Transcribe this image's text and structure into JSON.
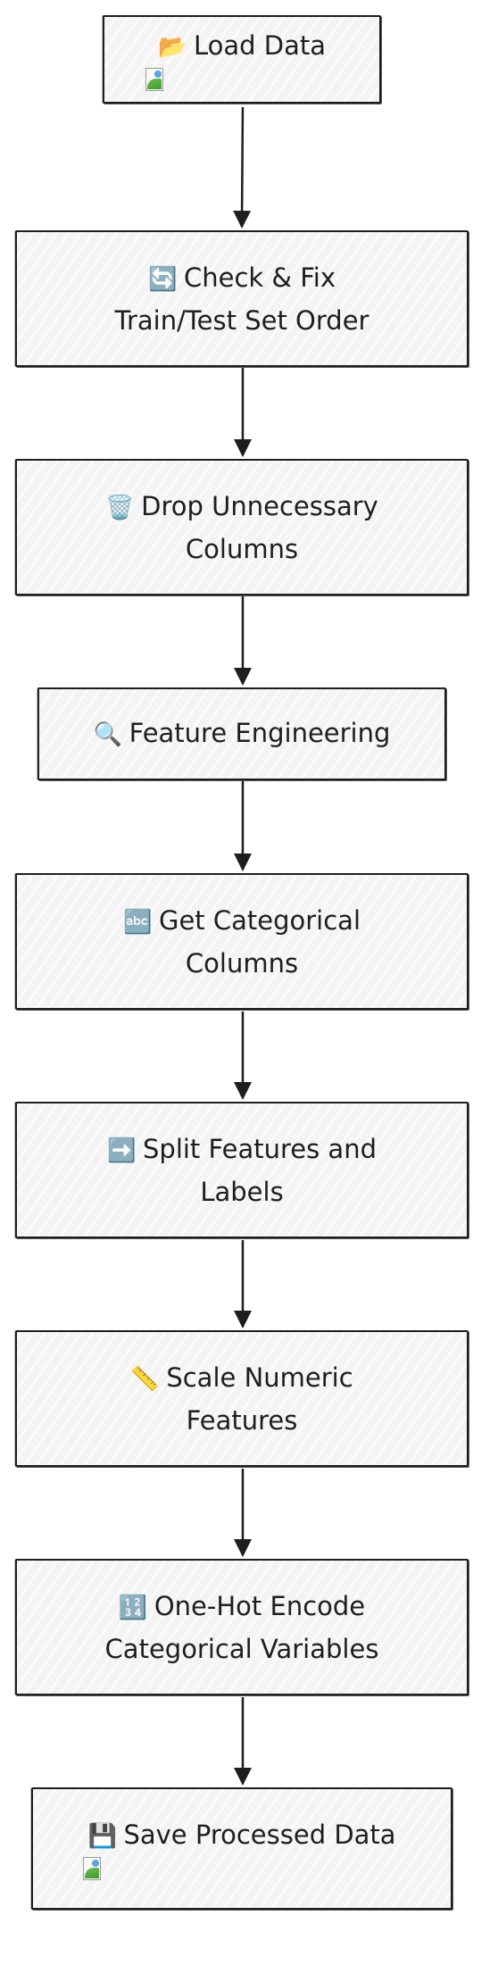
{
  "diagram": {
    "nodes": [
      {
        "id": "load-data",
        "icon": "open-folder-icon",
        "glyph": "📂",
        "label": "Load Data",
        "broken_image": true
      },
      {
        "id": "check-fix-order",
        "icon": "arrows-cycle-icon",
        "glyph": "🔄",
        "label": "Check & Fix",
        "label2": "Train/Test Set Order"
      },
      {
        "id": "drop-columns",
        "icon": "wastebasket-icon",
        "glyph": "🗑️",
        "label": "Drop Unnecessary",
        "label2": "Columns"
      },
      {
        "id": "feature-engineering",
        "icon": "magnifier-icon",
        "glyph": "🔍",
        "label": "Feature Engineering"
      },
      {
        "id": "get-categorical",
        "icon": "abc-icon",
        "glyph": "🔤",
        "label": "Get Categorical",
        "label2": "Columns"
      },
      {
        "id": "split-features",
        "icon": "right-arrow-icon",
        "glyph": "➡️",
        "label": "Split Features and",
        "label2": "Labels"
      },
      {
        "id": "scale-numeric",
        "icon": "ruler-icon",
        "glyph": "📏",
        "label": "Scale Numeric",
        "label2": "Features"
      },
      {
        "id": "one-hot-encode",
        "icon": "numbers-1234-icon",
        "glyph": "🔢",
        "label": "One-Hot Encode",
        "label2": "Categorical Variables"
      },
      {
        "id": "save-data",
        "icon": "floppy-disk-icon",
        "glyph": "💾",
        "label": "Save Processed Data",
        "broken_image": true
      }
    ],
    "edges": [
      [
        "load-data",
        "check-fix-order"
      ],
      [
        "check-fix-order",
        "drop-columns"
      ],
      [
        "drop-columns",
        "feature-engineering"
      ],
      [
        "feature-engineering",
        "get-categorical"
      ],
      [
        "get-categorical",
        "split-features"
      ],
      [
        "split-features",
        "scale-numeric"
      ],
      [
        "scale-numeric",
        "one-hot-encode"
      ],
      [
        "one-hot-encode",
        "save-data"
      ]
    ],
    "colors": {
      "stroke": "#1e1e1e",
      "fill": "#f4f4f4"
    }
  }
}
